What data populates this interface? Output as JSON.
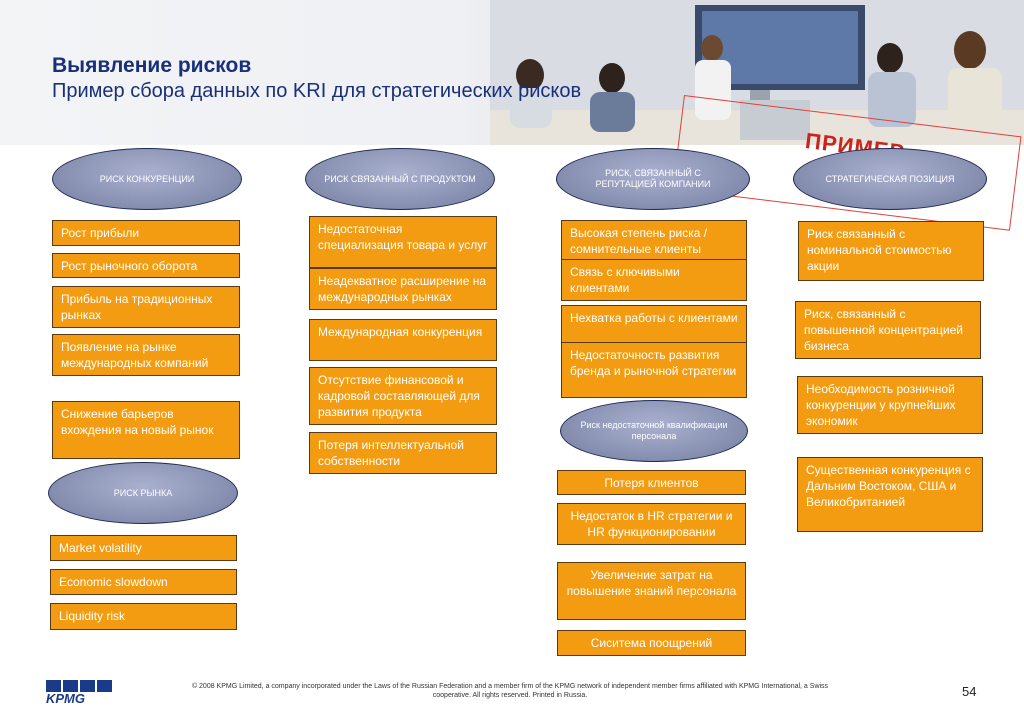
{
  "header": {
    "title": "Выявление рисков",
    "subtitle": "Пример сбора данных по KRI для стратегических рисков",
    "stamp": "ПРИМЕР"
  },
  "categories": [
    "РИСК КОНКУРЕНЦИИ",
    "РИСК СВЯЗАННЫЙ С ПРОДУКТОМ",
    "РИСК, СВЯЗАННЫЙ С РЕПУТАЦИЕЙ КОМПАНИИ",
    "СТРАТЕГИЧЕСКАЯ ПОЗИЦИЯ",
    "РИСК РЫНКА",
    "Риск недостаточной квалификации персонала"
  ],
  "col1_items": [
    "Рост прибыли",
    "Рост рыночного оборота",
    "Прибыль на традиционных рынках",
    "Появление на рынке международных компаний",
    "Снижение барьеров вхождения на новый рынок"
  ],
  "market_items": [
    "Market volatility",
    "Economic slowdown",
    "Liquidity risk"
  ],
  "col2_items": [
    "Недостаточная специализация товара и услуг",
    "Неадекватное расширение на международных рынках",
    "Международная конкуренция",
    "Отсутствие финансовой и кадровой составляющей для развития продукта",
    "Потеря интеллектуальной собственности"
  ],
  "col3_items": [
    "Высокая степень риска / сомнительные клиенты",
    "Связь с ключивыми клиентами",
    "Нехватка работы с клиентами",
    "Недостаточность развития бренда и рыночной стратегии"
  ],
  "hr_items": [
    "Потеря клиентов",
    "Недостаток в HR стратегии и HR функционировании",
    "Увеличение затрат на повышение знаний персонала",
    "Сиситема поощрений"
  ],
  "col4_items": [
    "Риск связанный с номинальной стоимостью акции",
    "Риск, связанный с повышенной концентрацией бизнеса",
    "Необходимость розничной конкуренции у крупнейших экономик",
    "Существенная конкуренция с Дальним Востоком, США и Великобританией"
  ],
  "footer": {
    "logo": "KPMG",
    "legal": "© 2008 KPMG Limited, a company incorporated under the Laws of the Russian Federation and a member firm of the KPMG network of independent member firms affiliated with KPMG International, a Swiss cooperative. All rights reserved. Printed in Russia.",
    "page_number": "54"
  },
  "colors": {
    "title": "#1a2f7a",
    "box": "#f39c12",
    "oval": "#858daf",
    "stamp": "#c8251d"
  }
}
